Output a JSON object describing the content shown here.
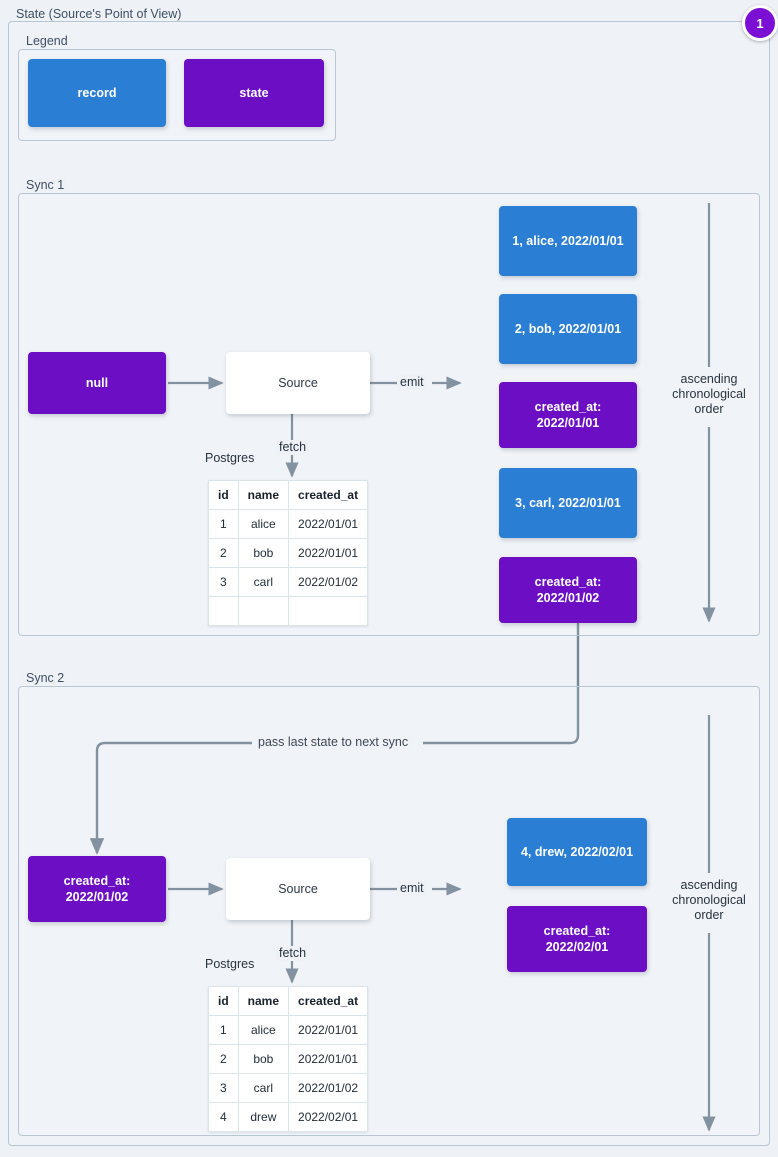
{
  "diagram": {
    "title": "State (Source's Point of View)",
    "badge": "1"
  },
  "legend": {
    "label": "Legend",
    "items": [
      {
        "label": "record",
        "color": "#2a7ed4"
      },
      {
        "label": "state",
        "color": "#6c0fc4"
      }
    ]
  },
  "colors": {
    "record": "#2a7ed4",
    "state": "#6c0fc4",
    "background": "#eef1f6",
    "border": "#b9c6d4",
    "edge": "#66798c",
    "badge": "#7b0fd4"
  },
  "sync1": {
    "label": "Sync 1",
    "input_state": "null",
    "source": "Source",
    "db_label": "Postgres",
    "fetch_label": "fetch",
    "emit_label": "emit",
    "order_label": "ascending\nchronological\norder",
    "table": {
      "columns": [
        "id",
        "name",
        "created_at"
      ],
      "rows": [
        [
          "1",
          "alice",
          "2022/01/01"
        ],
        [
          "2",
          "bob",
          "2022/01/01"
        ],
        [
          "3",
          "carl",
          "2022/01/02"
        ],
        [
          "",
          "",
          ""
        ]
      ]
    },
    "stream": [
      {
        "type": "record",
        "text": "1, alice, 2022/01/01"
      },
      {
        "type": "record",
        "text": "2, bob, 2022/01/01"
      },
      {
        "type": "state",
        "text": "created_at:\n2022/01/01"
      },
      {
        "type": "record",
        "text": "3, carl, 2022/01/01"
      },
      {
        "type": "state",
        "text": "created_at:\n2022/01/02"
      }
    ]
  },
  "handoff_label": "pass last state to next sync",
  "sync2": {
    "label": "Sync 2",
    "input_state": "created_at:\n2022/01/02",
    "source": "Source",
    "db_label": "Postgres",
    "fetch_label": "fetch",
    "emit_label": "emit",
    "order_label": "ascending\nchronological\norder",
    "table": {
      "columns": [
        "id",
        "name",
        "created_at"
      ],
      "rows": [
        [
          "1",
          "alice",
          "2022/01/01"
        ],
        [
          "2",
          "bob",
          "2022/01/01"
        ],
        [
          "3",
          "carl",
          "2022/01/02"
        ],
        [
          "4",
          "drew",
          "2022/02/01"
        ]
      ]
    },
    "stream": [
      {
        "type": "record",
        "text": "4, drew, 2022/02/01"
      },
      {
        "type": "state",
        "text": "created_at:\n2022/02/01"
      }
    ]
  }
}
